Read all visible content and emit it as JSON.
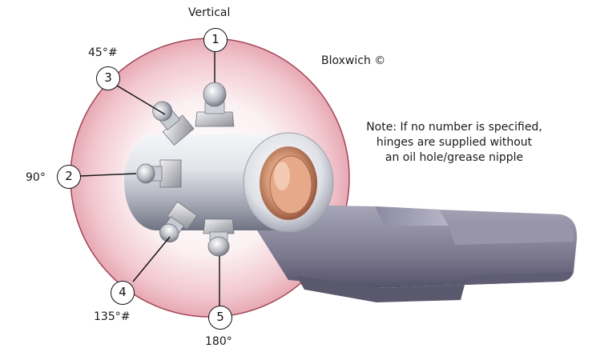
{
  "labels": {
    "vertical": "Vertical",
    "deg45": "45°#",
    "deg90": "90°",
    "deg135": "135°#",
    "deg180": "180°",
    "brand": "Bloxwich ©"
  },
  "note": {
    "line1": "Note: If no number is specified,",
    "line2": "hinges are supplied without",
    "line3": "an oil hole/grease nipple"
  },
  "callouts": [
    {
      "number": "1"
    },
    {
      "number": "2"
    },
    {
      "number": "3"
    },
    {
      "number": "4"
    },
    {
      "number": "5"
    }
  ],
  "colors": {
    "disc_edge": "#b0485a",
    "disc_center": "#f8eef0",
    "tube": "#c8cbd3",
    "bush": "#c98a6a",
    "arm": "#8a8799"
  }
}
